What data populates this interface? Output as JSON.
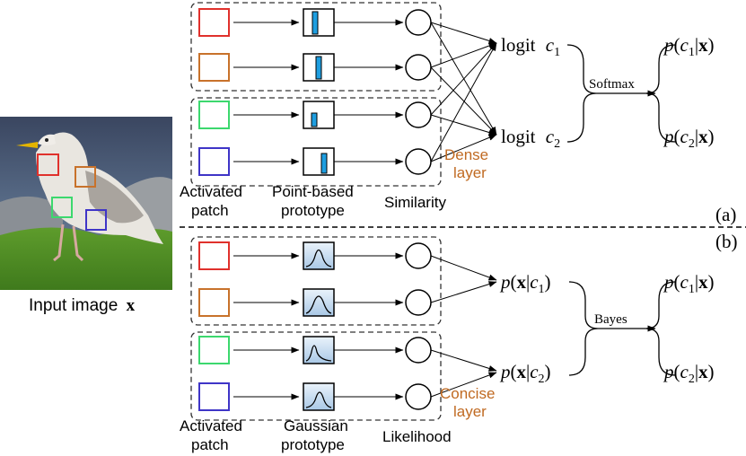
{
  "input_image": {
    "label": "Input image",
    "symbol": "x"
  },
  "panel_a": {
    "tag": "(a)",
    "column_labels": {
      "patch": [
        "Activated",
        "patch"
      ],
      "prototype": [
        "Point-based",
        "prototype"
      ],
      "score": "Similarity"
    },
    "layer_label": [
      "Dense",
      "layer"
    ],
    "outputs": [
      {
        "text": "logit",
        "var": "c",
        "sub": "1"
      },
      {
        "text": "logit",
        "var": "c",
        "sub": "2"
      }
    ],
    "operation": "Softmax",
    "posteriors": [
      {
        "var": "c",
        "sub": "1",
        "given": "x"
      },
      {
        "var": "c",
        "sub": "2",
        "given": "x"
      }
    ]
  },
  "panel_b": {
    "tag": "(b)",
    "column_labels": {
      "patch": [
        "Activated",
        "patch"
      ],
      "prototype": [
        "Gaussian",
        "prototype"
      ],
      "score": "Likelihood"
    },
    "layer_label": [
      "Concise",
      "layer"
    ],
    "outputs": [
      {
        "given": "x",
        "var": "c",
        "sub": "1"
      },
      {
        "given": "x",
        "var": "c",
        "sub": "2"
      }
    ],
    "operation": "Bayes",
    "posteriors": [
      {
        "var": "c",
        "sub": "1",
        "given": "x"
      },
      {
        "var": "c",
        "sub": "2",
        "given": "x"
      }
    ]
  },
  "colors": {
    "patch_red": "#e0312c",
    "patch_orange": "#c8722b",
    "patch_green": "#3cd86e",
    "patch_blue": "#3f35c7",
    "prototype_bar": "#1e9ee0",
    "gaussian_fill": "#c6dcf0",
    "layer_label": "#c06a22"
  }
}
